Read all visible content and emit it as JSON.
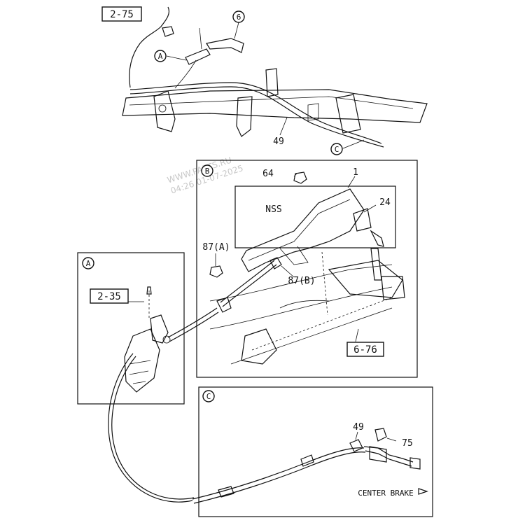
{
  "callouts": {
    "ref_2_75": "2-75",
    "ref_2_35": "2-35",
    "ref_6_76": "6-76",
    "circle_6": "6",
    "circle_A": "A",
    "circle_B": "B",
    "circle_C": "C"
  },
  "parts": {
    "p49_top": "49",
    "p49_c": "49",
    "p1": "1",
    "p24": "24",
    "p64": "64",
    "p75": "75",
    "nss": "NSS",
    "p87a": "87(A)",
    "p87b": "87(B)"
  },
  "detail_c": {
    "direction_label": "CENTER BRAKE"
  },
  "watermark": {
    "site": "WWW.PARTS.RU",
    "datetime": "04:26 01-07-2025"
  },
  "colors": {
    "line": "#111111",
    "background": "#ffffff",
    "watermark": "#9a9a9a"
  }
}
